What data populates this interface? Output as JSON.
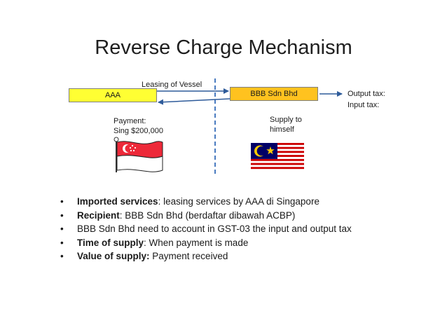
{
  "title": "Reverse Charge Mechanism",
  "diagram": {
    "edge_label": "Leasing of Vessel",
    "node_aaa": "AAA",
    "node_bbb": "BBB Sdn Bhd",
    "output_tax": "Output tax:",
    "input_tax": "Input tax:",
    "payment_line1": "Payment:",
    "payment_line2": "Sing $200,000",
    "supply_line1": "Supply to",
    "supply_line2": "himself",
    "colors": {
      "aaa_fill": "#ffff33",
      "bbb_fill": "#ffc21f",
      "arrow": "#2e5b9a",
      "divider": "#4a7bc0"
    },
    "flags": [
      "singapore-flag-icon",
      "malaysia-flag-icon"
    ]
  },
  "bullets": [
    {
      "bold": "Imported services",
      "rest": ": leasing services by AAA di Singapore"
    },
    {
      "bold": "Recipient",
      "rest": ": BBB Sdn Bhd (berdaftar dibawah ACBP)"
    },
    {
      "bold": "",
      "rest": "BBB Sdn Bhd need to account in GST-03 the input and output tax"
    },
    {
      "bold": "Time of supply",
      "rest": ": When payment is made"
    },
    {
      "bold": "Value of supply:",
      "rest": " Payment received"
    }
  ],
  "bullet_glyph": "•"
}
